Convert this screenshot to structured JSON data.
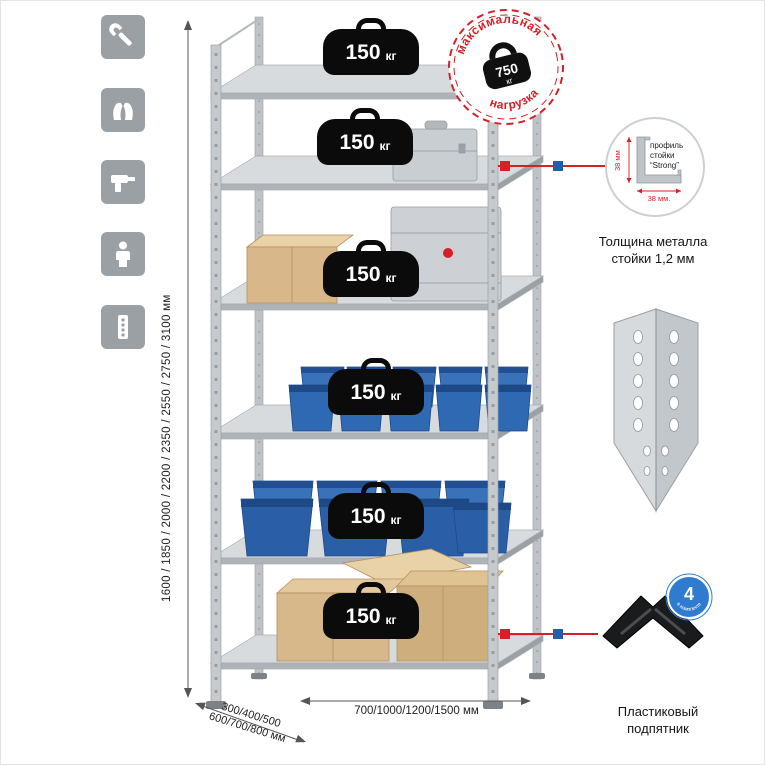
{
  "colors": {
    "accent_red": "#d61f26",
    "accent_blue": "#1f5fae",
    "icon_tile_gray": "#9aa0a3",
    "bin_blue": "#2f69b3",
    "cardboard_tan": "#d8b78a",
    "metal_gray": "#c9ced2",
    "weight_black": "#0b0b0b"
  },
  "sidebar": {
    "icons": [
      {
        "name": "wrench-icon"
      },
      {
        "name": "gloves-icon"
      },
      {
        "name": "drill-icon"
      },
      {
        "name": "person-icon"
      },
      {
        "name": "rack-post-icon"
      }
    ]
  },
  "dimensions": {
    "height_label": "1600 / 1850 / 2000 / 2200 / 2350 / 2550 / 2750 / 3100 мм",
    "depth_line1": "300/400/500",
    "depth_line2": "600/700/800 мм",
    "width_label": "700/1000/1200/1500 мм"
  },
  "shelves": [
    {
      "value": "150",
      "unit": "кг"
    },
    {
      "value": "150",
      "unit": "кг"
    },
    {
      "value": "150",
      "unit": "кг"
    },
    {
      "value": "150",
      "unit": "кг"
    },
    {
      "value": "150",
      "unit": "кг"
    },
    {
      "value": "150",
      "unit": "кг"
    }
  ],
  "stamp": {
    "arc_top": "максимальная",
    "arc_bottom": "нагрузка",
    "value": "750",
    "unit": "кг"
  },
  "profile_detail": {
    "line1": "профиль",
    "line2": "стойки",
    "line3": "“Strong”",
    "dim_side": "38 мм",
    "dim_bottom": "38 мм.",
    "caption_line1": "Толщина металла",
    "caption_line2": "стойки 1,2 мм"
  },
  "foot_detail": {
    "badge_value": "4",
    "badge_arc": "в комплекте",
    "caption_line1": "Пластиковый",
    "caption_line2": "подпятник"
  }
}
